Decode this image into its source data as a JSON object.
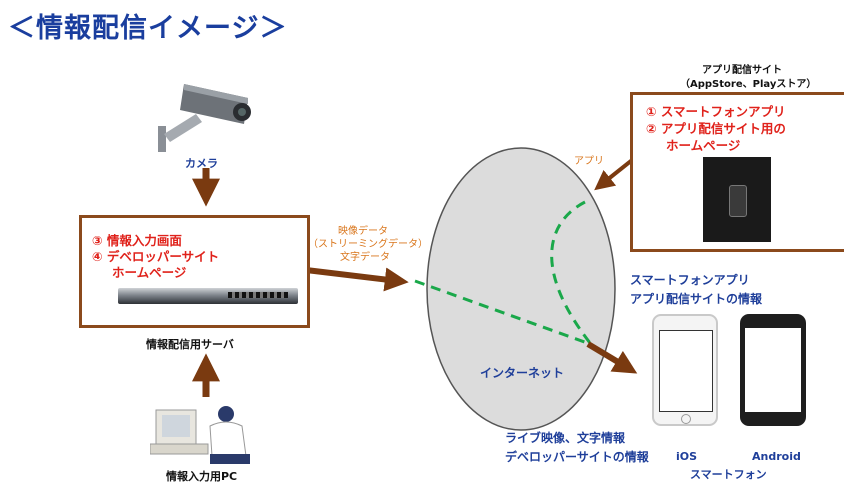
{
  "title": "＜情報配信イメージ＞",
  "camera": {
    "label": "カメラ"
  },
  "server_box": {
    "items": [
      "③ 情報入力画面",
      "④ デベロッパーサイト",
      "ホームページ"
    ]
  },
  "server_label": "情報配信用サーバ",
  "pc_label": "情報入力用PC",
  "stream_label": [
    "映像データ",
    "（ストリーミングデータ）",
    "文字データ"
  ],
  "internet_label": "インターネット",
  "app_site": {
    "title": "アプリ配信サイト",
    "subtitle": "（AppStore、Playストア）",
    "items": [
      "① スマートフォンアプリ",
      "② アプリ配信サイト用の",
      "ホームページ"
    ]
  },
  "app_arrow_label": "アプリ",
  "phone_info": [
    "スマートフォンアプリ",
    "アプリ配信サイトの情報"
  ],
  "live_info": [
    "ライブ映像、文字情報",
    "デベロッパーサイトの情報"
  ],
  "ios_label": "iOS",
  "android_label": "Android",
  "smartphone_label": "スマートフォン",
  "colors": {
    "title": "#1a3e9e",
    "arrow": "#7a3a10",
    "box_border": "#8b4a1c",
    "red_text": "#e0221b",
    "blue_text": "#1f3f9a",
    "dashed": "#1aa84a",
    "internet_fill": "#dcdcdc"
  }
}
